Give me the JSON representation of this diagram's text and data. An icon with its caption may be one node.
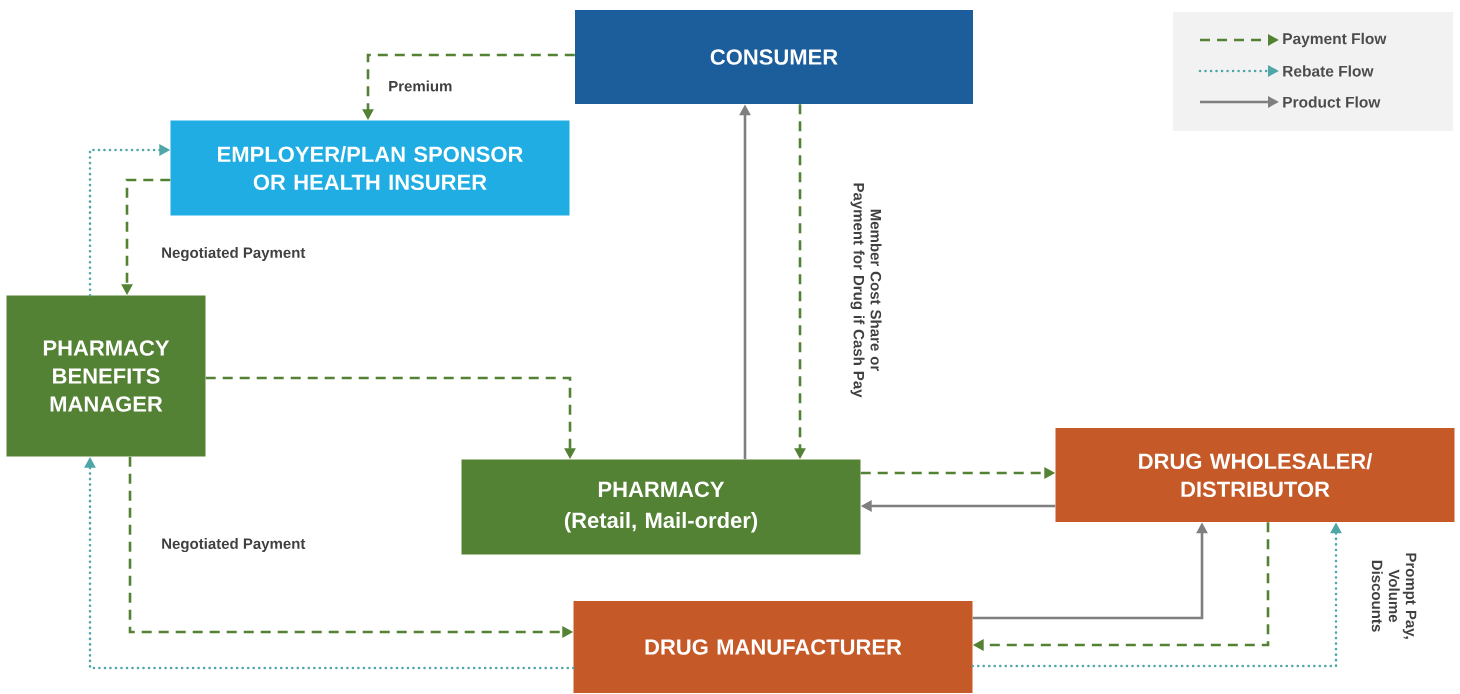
{
  "diagram": {
    "nodes": [
      {
        "text": [
          "CONSUMER"
        ]
      },
      {
        "text": [
          "EMPLOYER/PLAN SPONSOR OR HEALTH INSURER"
        ]
      },
      {
        "text": [
          "PHARMACY BENEFITS MANAGER"
        ]
      },
      {
        "text": [
          "PHARMACY",
          "(Retail, Mail-order)"
        ]
      },
      {
        "text": [
          "DRUG WHOLESALER/ DISTRIBUTOR"
        ]
      },
      {
        "text": [
          "DRUG MANUFACTURER"
        ]
      }
    ],
    "edges": [
      {
        "from": 0,
        "to": 1,
        "arrow": "to",
        "label": "Premium",
        "style": "dashed",
        "color": "#548235"
      },
      {
        "from": 1,
        "to": 2,
        "arrow": "to",
        "label": "Negotiated Payment",
        "style": "dashed",
        "color": "#548235"
      },
      {
        "from": 2,
        "to": 1,
        "arrow": "to",
        "style": "dashed",
        "color": "#4ea6a6"
      },
      {
        "from": 2,
        "to": 3,
        "arrow": "to",
        "style": "dashed",
        "color": "#548235"
      },
      {
        "from": 0,
        "to": 3,
        "arrow": "to",
        "label": "Member Cost Share or Payment for Drug if Cash Pay",
        "style": "dashed",
        "color": "#548235"
      },
      {
        "from": 3,
        "to": 0,
        "arrow": "to",
        "color": "#7f7f7f"
      },
      {
        "from": 3,
        "to": 4,
        "arrow": "to",
        "style": "dashed",
        "color": "#548235"
      },
      {
        "from": 4,
        "to": 3,
        "arrow": "to",
        "color": "#7f7f7f"
      },
      {
        "from": 2,
        "to": 5,
        "arrow": "to",
        "label": "Negotiated Payment",
        "style": "dashed",
        "color": "#548235"
      },
      {
        "from": 5,
        "to": 2,
        "arrow": "to",
        "style": "dashed",
        "color": "#4ea6a6"
      },
      {
        "from": 5,
        "to": 4,
        "arrow": "to",
        "color": "#7f7f7f"
      },
      {
        "from": 4,
        "to": 5,
        "arrow": "to",
        "style": "dashed",
        "color": "#548235"
      },
      {
        "from": 5,
        "to": 4,
        "arrow": "to",
        "label": "Prompt Pay, Volume Discounts",
        "style": "dashed",
        "color": "#4ea6a6"
      }
    ],
    "legend": [
      {
        "text": "Payment Flow"
      },
      {
        "text": "Rebate Flow"
      },
      {
        "text": "Product Flow"
      }
    ]
  }
}
